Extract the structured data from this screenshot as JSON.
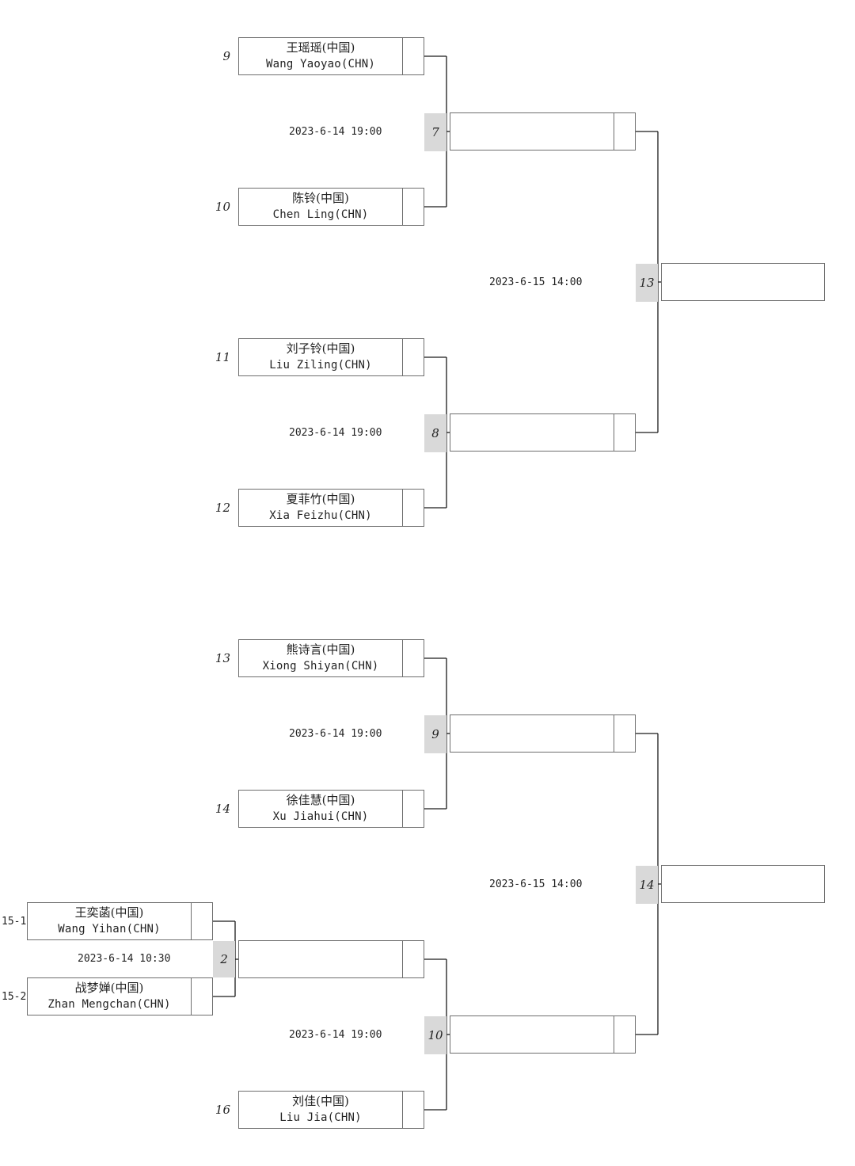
{
  "players": [
    {
      "id": "p9",
      "seed": "9",
      "cn": "王瑶瑶(中国)",
      "en": "Wang Yaoyao(CHN)"
    },
    {
      "id": "p10",
      "seed": "10",
      "cn": "陈铃(中国)",
      "en": "Chen Ling(CHN)"
    },
    {
      "id": "p11",
      "seed": "11",
      "cn": "刘子铃(中国)",
      "en": "Liu Ziling(CHN)"
    },
    {
      "id": "p12",
      "seed": "12",
      "cn": "夏菲竹(中国)",
      "en": "Xia Feizhu(CHN)"
    },
    {
      "id": "p13",
      "seed": "13",
      "cn": "熊诗言(中国)",
      "en": "Xiong Shiyan(CHN)"
    },
    {
      "id": "p14",
      "seed": "14",
      "cn": "徐佳慧(中国)",
      "en": "Xu Jiahui(CHN)"
    },
    {
      "id": "p151",
      "seed": "15-1",
      "cn": "王奕菡(中国)",
      "en": "Wang Yihan(CHN)"
    },
    {
      "id": "p152",
      "seed": "15-2",
      "cn": "战梦婵(中国)",
      "en": "Zhan Mengchan(CHN)"
    },
    {
      "id": "p16",
      "seed": "16",
      "cn": "刘佳(中国)",
      "en": "Liu Jia(CHN)"
    }
  ],
  "matches": [
    {
      "id": "m7",
      "number": "7",
      "time": "2023-6-14 19:00"
    },
    {
      "id": "m8",
      "number": "8",
      "time": "2023-6-14 19:00"
    },
    {
      "id": "m13",
      "number": "13",
      "time": "2023-6-15 14:00"
    },
    {
      "id": "m9",
      "number": "9",
      "time": "2023-6-14 19:00"
    },
    {
      "id": "m10",
      "number": "10",
      "time": "2023-6-14 19:00"
    },
    {
      "id": "m14",
      "number": "14",
      "time": "2023-6-15 14:00"
    },
    {
      "id": "m2",
      "number": "2",
      "time": "2023-6-14 10:30"
    }
  ],
  "colors": {
    "line": "#1a1a1a",
    "box_border": "#6e6e6e",
    "match_badge": "#d9d9d9"
  }
}
